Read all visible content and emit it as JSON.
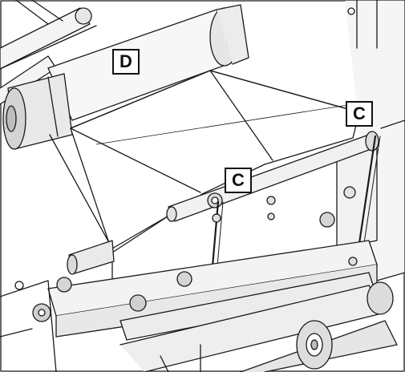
{
  "callouts": {
    "d": "D",
    "c_right": "C",
    "c_center": "C"
  },
  "colors": {
    "line": "#1a1a1a",
    "shade": "#e6e6e6",
    "shade_dark": "#c9c9c9",
    "background": "#ffffff"
  }
}
